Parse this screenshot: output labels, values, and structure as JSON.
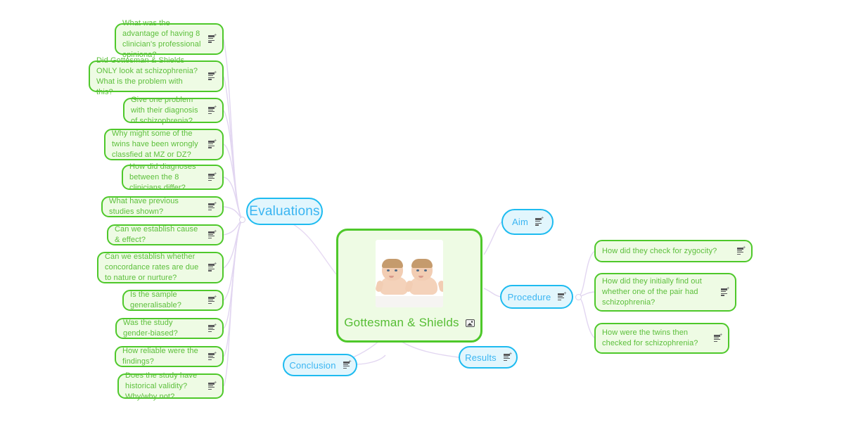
{
  "app": {
    "canvas_background": "#ffffff",
    "green_accent": "#4ec82a",
    "green_fill": "#eefbe4",
    "green_text": "#5bbf3a",
    "blue_accent": "#1ebbf0",
    "blue_fill": "#e2f6fd",
    "blue_text": "#3ab5f2",
    "link_color": "#e0d4f0"
  },
  "central": {
    "title": "Gottesman & Shields",
    "image_icon": "image-icon",
    "image_alt": "twin babies photograph"
  },
  "branches": {
    "evaluations": {
      "label": "Evaluations"
    },
    "aim": {
      "label": "Aim",
      "icon": "note-icon"
    },
    "procedure": {
      "label": "Procedure",
      "icon": "note-icon"
    },
    "results": {
      "label": "Results",
      "icon": "note-icon"
    },
    "conclusion": {
      "label": "Conclusion",
      "icon": "note-icon"
    }
  },
  "evaluation_nodes": [
    {
      "text": "What was the advantage of having 8 clinician's professional opiniona?",
      "icon": "note-icon"
    },
    {
      "text": "Did Gottesman & Shields ONLY look at schizophrenia? What is the problem with this?",
      "icon": "note-icon"
    },
    {
      "text": "Give one problem with their diagnosis of schizophrenia?",
      "icon": "note-icon"
    },
    {
      "text": "Why might some of the twins have been wrongly classfied at MZ or DZ?",
      "icon": "note-icon"
    },
    {
      "text": "How did diagnoses between the 8 clinicians differ?",
      "icon": "note-icon"
    },
    {
      "text": "What have previous studies shown?",
      "icon": "note-icon"
    },
    {
      "text": "Can we establish cause & effect?",
      "icon": "note-icon"
    },
    {
      "text": "Can we establish whether concordance rates are due to nature or nurture?",
      "icon": "note-icon"
    },
    {
      "text": "Is the sample generalisable?",
      "icon": "note-icon"
    },
    {
      "text": "Was the study gender-biased?",
      "icon": "note-icon"
    },
    {
      "text": "How reliable were the findings?",
      "icon": "note-icon"
    },
    {
      "text": "Does the study have historical validity? Why/why not?",
      "icon": "note-icon"
    }
  ],
  "procedure_nodes": [
    {
      "text": "How did they check for zygocity?",
      "icon": "note-icon"
    },
    {
      "text": "How did they initially find out whether one of the pair had schizophrenia?",
      "icon": "note-icon"
    },
    {
      "text": "How were the twins then checked for schizophrenia?",
      "icon": "note-icon"
    }
  ]
}
